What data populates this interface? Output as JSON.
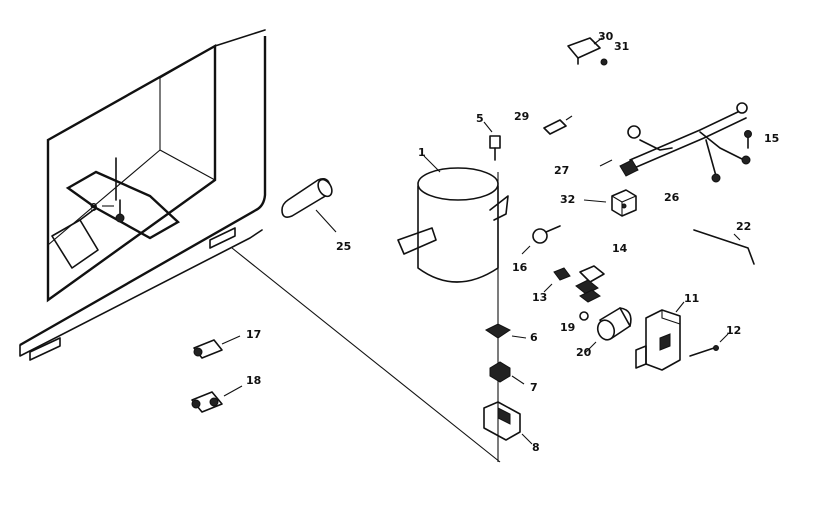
{
  "diagram": {
    "callouts": [
      {
        "key": "c30",
        "text": "30"
      },
      {
        "key": "c31",
        "text": "31"
      },
      {
        "key": "c29",
        "text": "29"
      },
      {
        "key": "c5",
        "text": "5"
      },
      {
        "key": "c15",
        "text": "15"
      },
      {
        "key": "c1",
        "text": "1"
      },
      {
        "key": "c27",
        "text": "27"
      },
      {
        "key": "c26",
        "text": "26"
      },
      {
        "key": "c32",
        "text": "32"
      },
      {
        "key": "c9",
        "text": "9"
      },
      {
        "key": "c25",
        "text": "25"
      },
      {
        "key": "c22",
        "text": "22"
      },
      {
        "key": "c14",
        "text": "14"
      },
      {
        "key": "c16",
        "text": "16"
      },
      {
        "key": "c13",
        "text": "13"
      },
      {
        "key": "c11",
        "text": "11"
      },
      {
        "key": "c6",
        "text": "6"
      },
      {
        "key": "c19",
        "text": "19"
      },
      {
        "key": "c12",
        "text": "12"
      },
      {
        "key": "c20",
        "text": "20"
      },
      {
        "key": "c17",
        "text": "17"
      },
      {
        "key": "c7",
        "text": "7"
      },
      {
        "key": "c18",
        "text": "18"
      },
      {
        "key": "c8",
        "text": "8"
      }
    ]
  }
}
